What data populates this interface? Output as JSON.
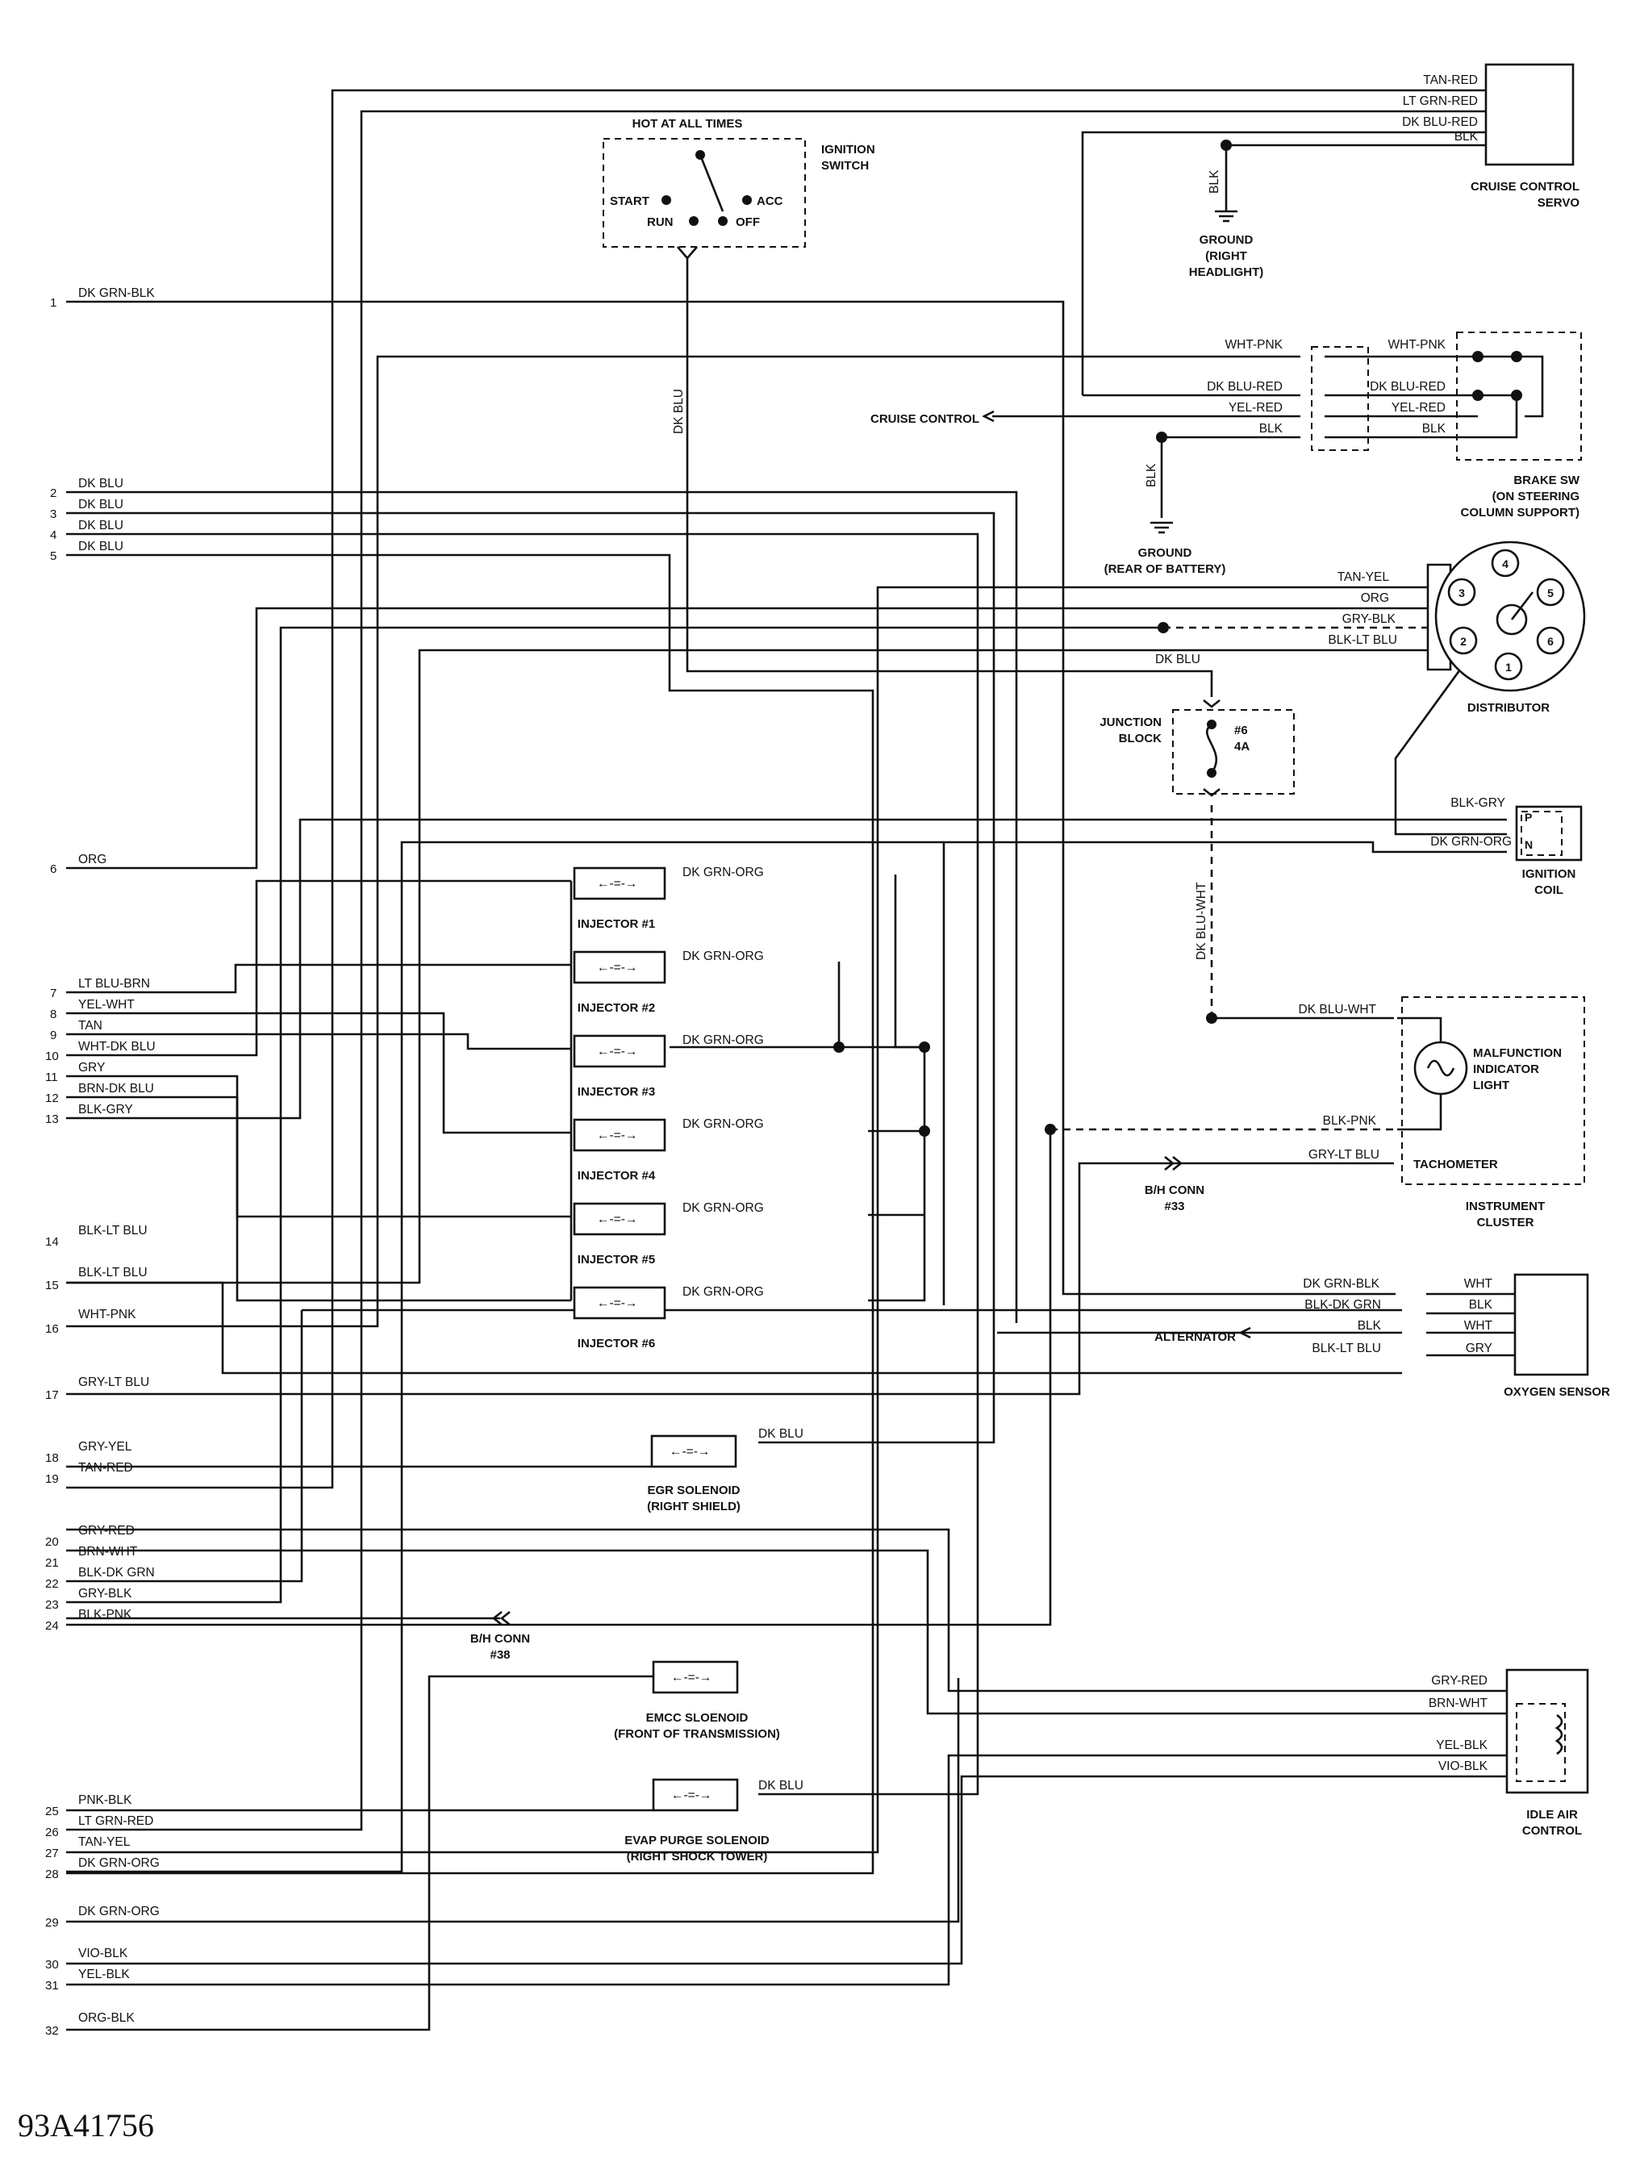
{
  "diagram_code": "93A41756",
  "pins": [
    "1",
    "2",
    "3",
    "4",
    "5",
    "6",
    "7",
    "8",
    "9",
    "10",
    "11",
    "12",
    "13",
    "14",
    "15",
    "16",
    "17",
    "18",
    "19",
    "20",
    "21",
    "22",
    "23",
    "24",
    "25",
    "26",
    "27",
    "28",
    "29",
    "30",
    "31",
    "32"
  ],
  "pin_wires": [
    "DK GRN-BLK",
    "DK BLU",
    "DK BLU",
    "DK BLU",
    "DK BLU",
    "ORG",
    "LT BLU-BRN",
    "YEL-WHT",
    "TAN",
    "WHT-DK BLU",
    "GRY",
    "BRN-DK BLU",
    "BLK-GRY",
    "BLK-LT BLU",
    "BLK-LT BLU",
    "WHT-PNK",
    "GRY-LT BLU",
    "GRY-YEL",
    "TAN-RED",
    "GRY-RED",
    "BRN-WHT",
    "BLK-DK GRN",
    "GRY-BLK",
    "BLK-PNK",
    "PNK-BLK",
    "LT GRN-RED",
    "TAN-YEL",
    "DK GRN-ORG",
    "DK GRN-ORG",
    "VIO-BLK",
    "YEL-BLK",
    "ORG-BLK"
  ],
  "cruise_servo": {
    "wires": [
      "TAN-RED",
      "LT GRN-RED",
      "DK BLU-RED",
      "BLK"
    ],
    "label_l1": "CRUISE CONTROL",
    "label_l2": "SERVO",
    "ground_wire": "BLK",
    "ground_l1": "GROUND",
    "ground_l2": "(RIGHT",
    "ground_l3": "HEADLIGHT)"
  },
  "ignition_switch": {
    "header": "HOT AT ALL TIMES",
    "label_l1": "IGNITION",
    "label_l2": "SWITCH",
    "start": "START",
    "acc": "ACC",
    "run": "RUN",
    "off": "OFF",
    "out_wire": "DK BLU"
  },
  "brake_sw": {
    "left_wires": [
      "WHT-PNK",
      "DK BLU-RED",
      "YEL-RED",
      "BLK"
    ],
    "right_wires": [
      "WHT-PNK",
      "DK BLU-RED",
      "YEL-RED",
      "BLK"
    ],
    "cruise_label": "CRUISE CONTROL",
    "label_l1": "BRAKE SW",
    "label_l2": "(ON STEERING",
    "label_l3": "COLUMN SUPPORT)",
    "ground_wire": "BLK",
    "ground_l1": "GROUND",
    "ground_l2": "(REAR OF BATTERY)"
  },
  "distributor": {
    "wires": [
      "TAN-YEL",
      "ORG",
      "GRY-BLK",
      "BLK-LT BLU"
    ],
    "label": "DISTRIBUTOR",
    "terminals": [
      "1",
      "2",
      "3",
      "4",
      "5",
      "6"
    ]
  },
  "junction_block": {
    "in_wire": "DK BLU",
    "label_l1": "JUNCTION",
    "label_l2": "BLOCK",
    "fuse_l1": "#6",
    "fuse_l2": "4A",
    "out_wire": "DK BLU-WHT"
  },
  "ignition_coil": {
    "wires": [
      "BLK-GRY",
      "DK GRN-ORG"
    ],
    "terminals": [
      "P",
      "N"
    ],
    "label_l1": "IGNITION",
    "label_l2": "COIL"
  },
  "injectors": {
    "wire": "DK GRN-ORG",
    "labels": [
      "INJECTOR #1",
      "INJECTOR #2",
      "INJECTOR #3",
      "INJECTOR #4",
      "INJECTOR #5",
      "INJECTOR #6"
    ]
  },
  "instrument_cluster": {
    "wires": [
      "DK BLU-WHT",
      "BLK-PNK",
      "GRY-LT BLU"
    ],
    "mil_l1": "MALFUNCTION",
    "mil_l2": "INDICATOR",
    "mil_l3": "LIGHT",
    "tach": "TACHOMETER",
    "label_l1": "INSTRUMENT",
    "label_l2": "CLUSTER",
    "bh_conn_l1": "B/H CONN",
    "bh_conn_l2": "#33"
  },
  "oxygen_sensor": {
    "left_wires": [
      "DK GRN-BLK",
      "BLK-DK GRN",
      "BLK",
      "BLK-LT BLU"
    ],
    "right_wires": [
      "WHT",
      "BLK",
      "WHT",
      "GRY"
    ],
    "alternator": "ALTERNATOR",
    "label": "OXYGEN SENSOR"
  },
  "egr_solenoid": {
    "wire": "DK BLU",
    "label_l1": "EGR SOLENOID",
    "label_l2": "(RIGHT SHIELD)"
  },
  "bh_conn_38": {
    "label_l1": "B/H CONN",
    "label_l2": "#38"
  },
  "emcc_solenoid": {
    "label_l1": "EMCC SLOENOID",
    "label_l2": "(FRONT OF TRANSMISSION)"
  },
  "evap_solenoid": {
    "wire": "DK BLU",
    "label_l1": "EVAP PURGE SOLENOID",
    "label_l2": "(RIGHT SHOCK TOWER)"
  },
  "idle_air": {
    "wires": [
      "GRY-RED",
      "BRN-WHT",
      "YEL-BLK",
      "VIO-BLK"
    ],
    "label_l1": "IDLE AIR",
    "label_l2": "CONTROL"
  }
}
